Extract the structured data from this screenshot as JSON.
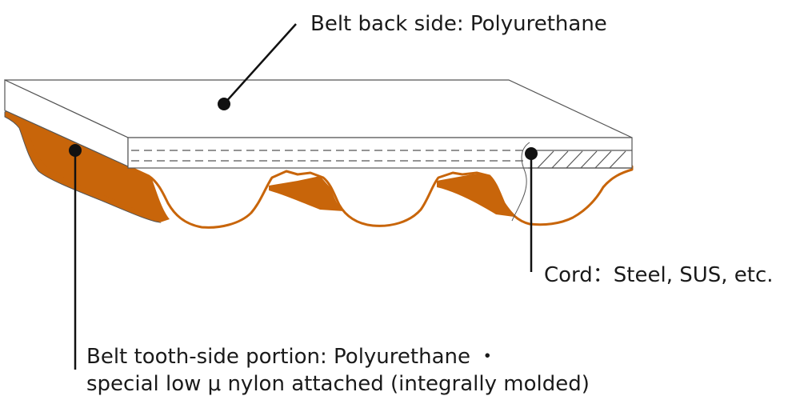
{
  "labels": {
    "back_side": "Belt back side: Polyurethane",
    "cord": "Cord：Steel, SUS, etc.",
    "tooth_line1": "Belt tooth-side portion: Polyurethane ・",
    "tooth_line2": "special low μ nylon attached (integrally molded)"
  },
  "colors": {
    "nylon": "#c8650a",
    "outline": "#555555",
    "leader": "#111111",
    "belt_fill": "#ffffff"
  }
}
